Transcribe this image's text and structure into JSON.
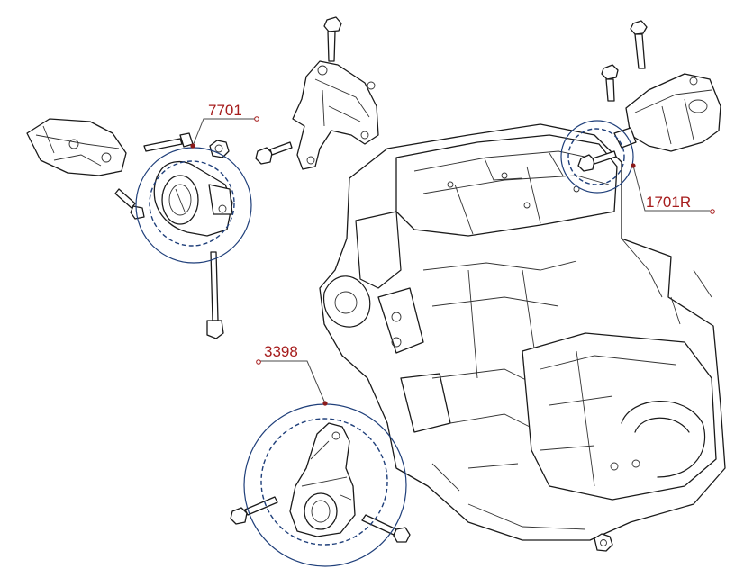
{
  "callouts": {
    "top_left": {
      "label": "7701"
    },
    "top_right": {
      "label": "1701R"
    },
    "bottom": {
      "label": "3398"
    }
  },
  "colors": {
    "callout_text": "#a61c1c",
    "highlight_circle": "#1f3f7a",
    "line_art": "#1a1a1a"
  }
}
